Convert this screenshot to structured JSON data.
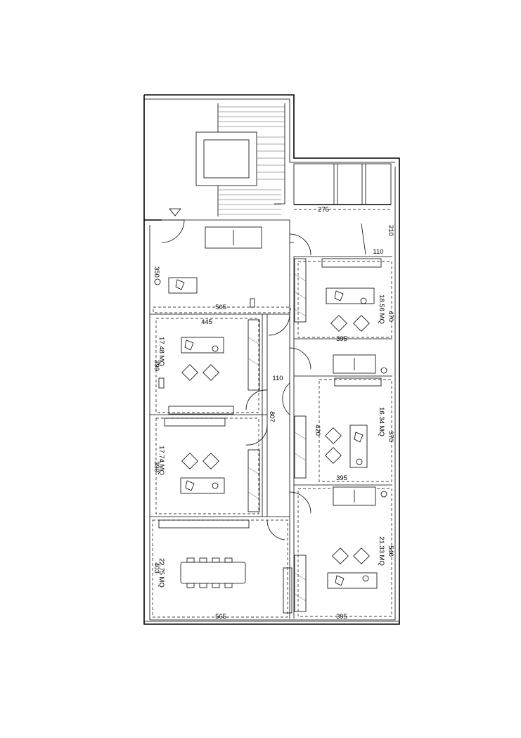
{
  "dimensions": {
    "d275": "275",
    "d210": "210",
    "d110_top": "110",
    "d350": "350",
    "d565_top": "565",
    "d445": "445",
    "d470": "470",
    "d395_a": "395",
    "d399": "399",
    "d110_mid": "110",
    "d807": "807",
    "d420": "420",
    "d370": "370",
    "d395_b": "395",
    "d399_b": "399",
    "d540": "540",
    "d403": "403",
    "d565_bottom": "565",
    "d395_c": "395"
  },
  "rooms": {
    "office_top_right": "18.56 MQ",
    "office_left_top": "17.48 MQ",
    "office_mid_right": "16.34 MQ",
    "office_left_mid": "17.74 MQ",
    "office_bottom_right": "21.33 MQ",
    "meeting_room": "22.75 MQ"
  }
}
